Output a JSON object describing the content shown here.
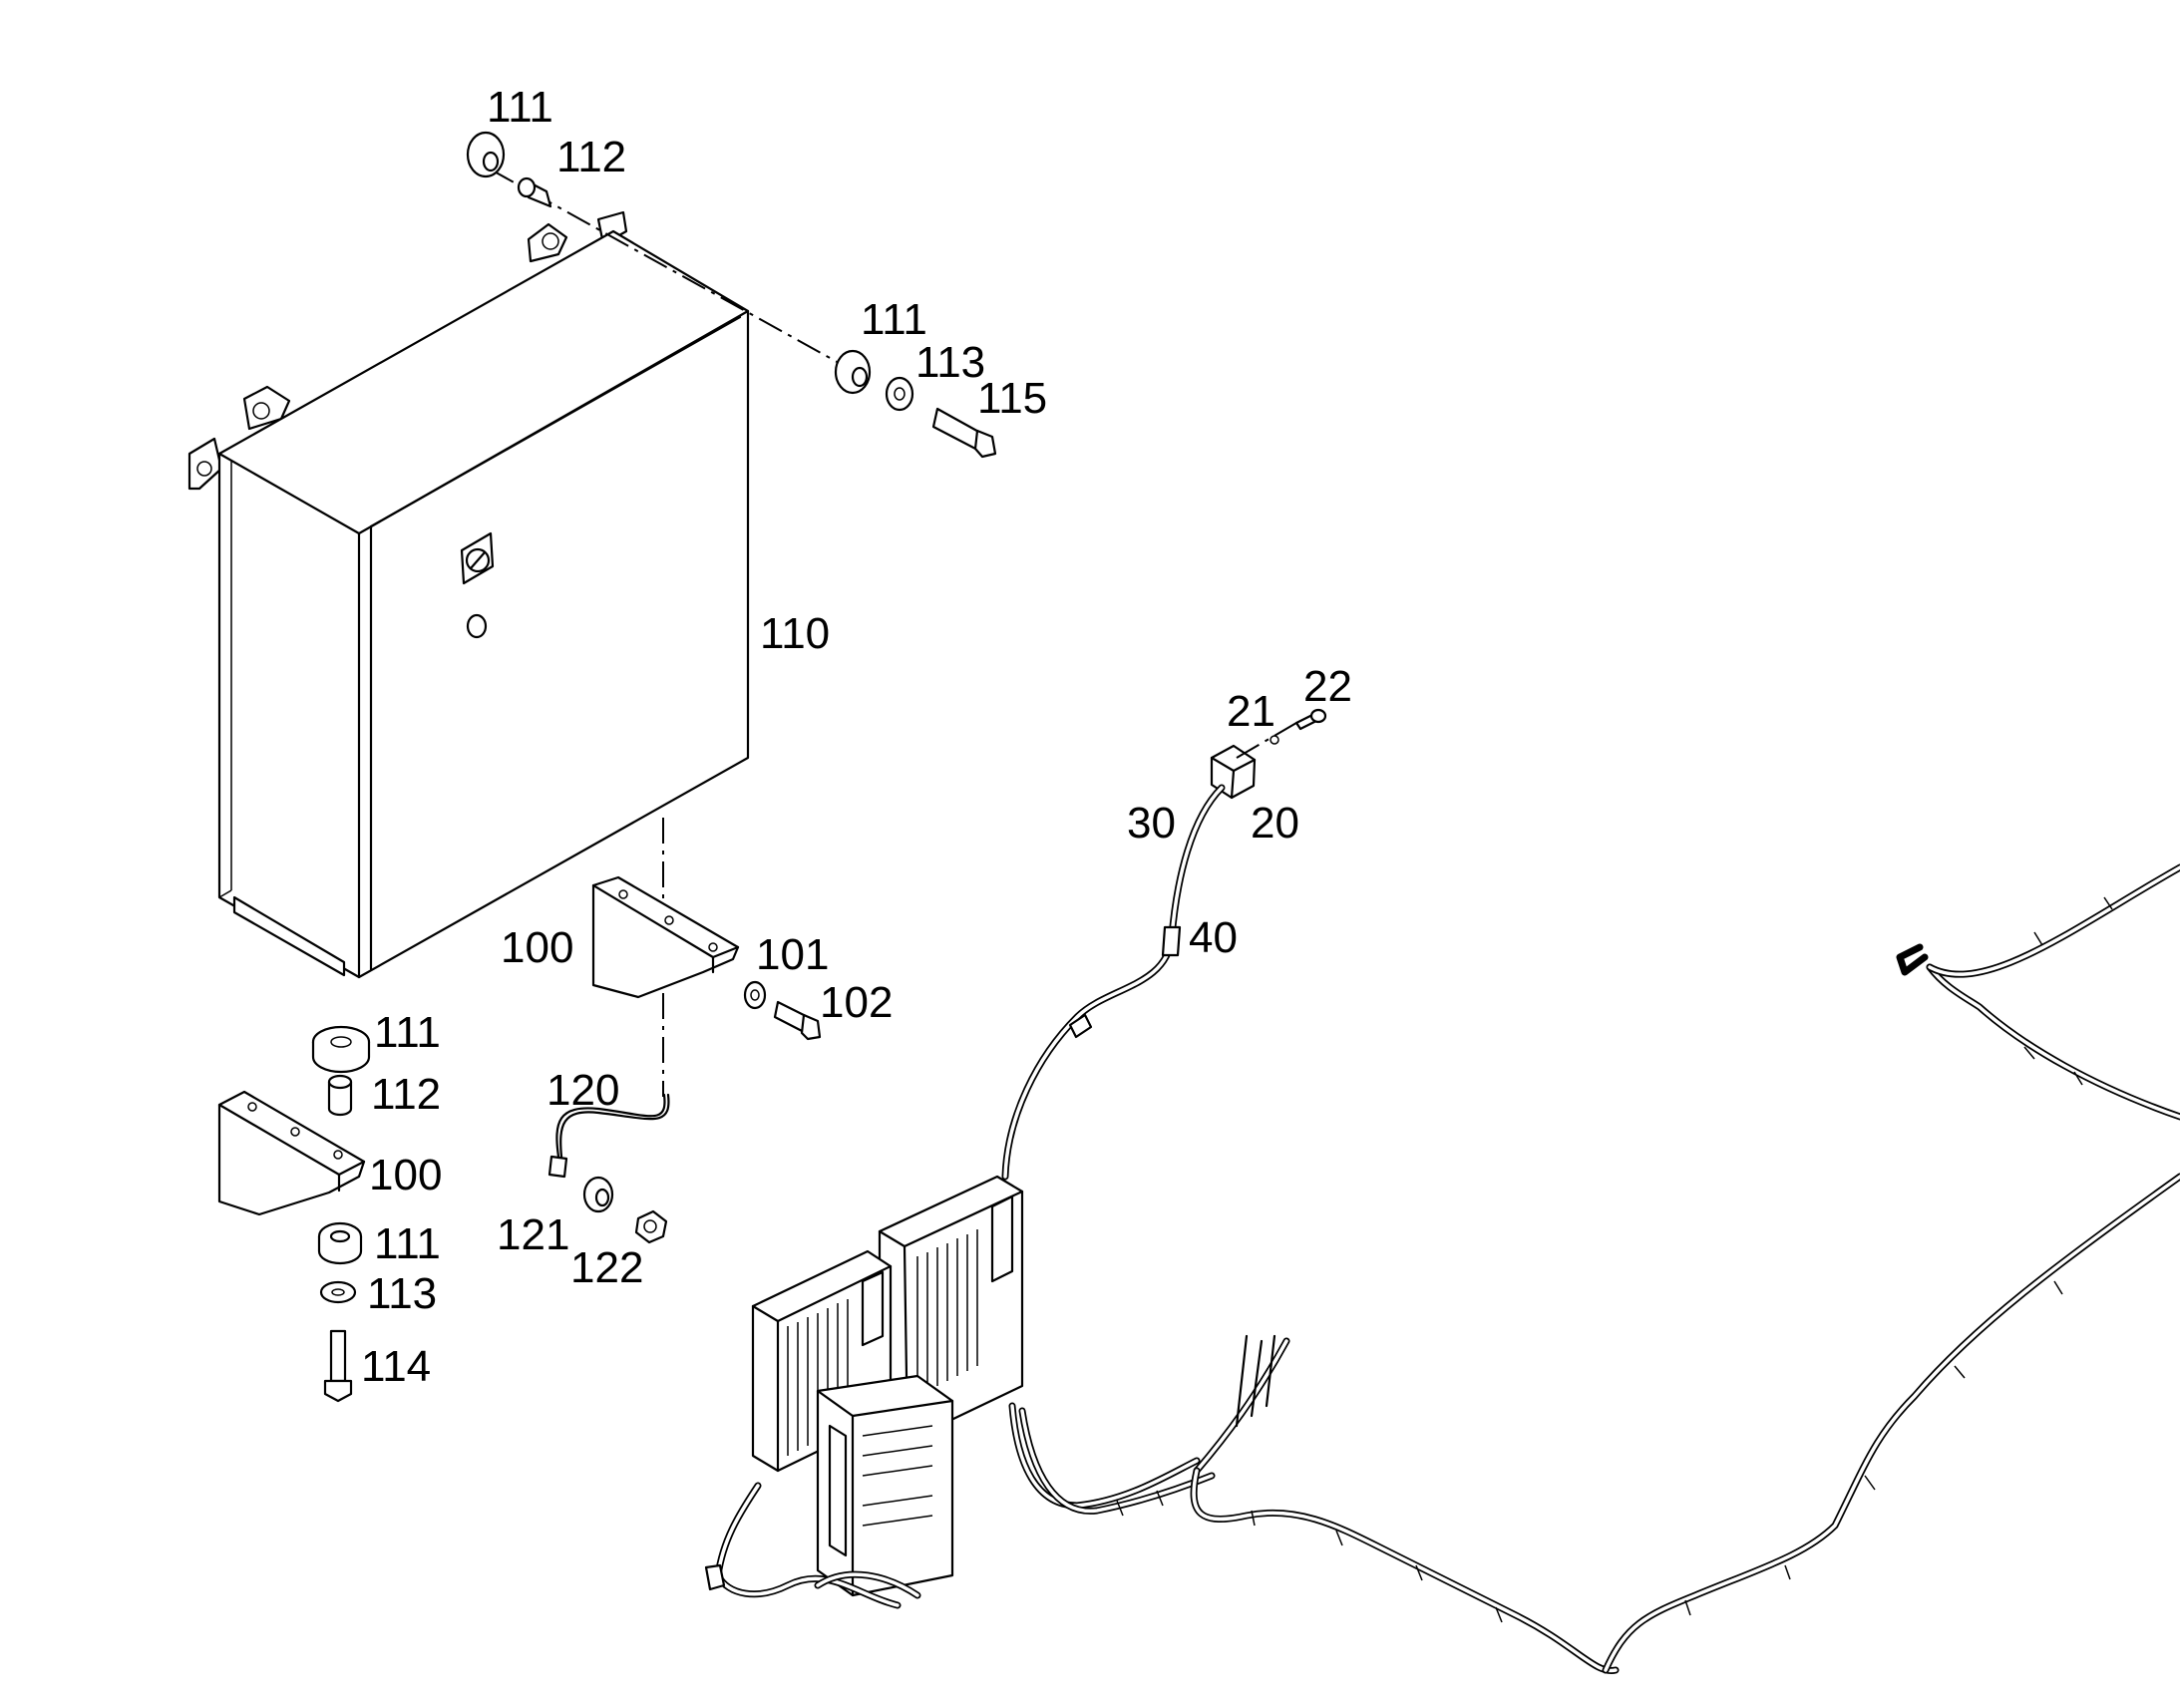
{
  "callouts": {
    "p111a": "111",
    "p112a": "112",
    "p111b": "111",
    "p113a": "113",
    "p115": "115",
    "p110": "110",
    "p21": "21",
    "p22": "22",
    "p30": "30",
    "p20": "20",
    "p40": "40",
    "p100a": "100",
    "p101": "101",
    "p102": "102",
    "p120": "120",
    "p121": "121",
    "p122": "122",
    "p111c": "111",
    "p112b": "112",
    "p100b": "100",
    "p111d": "111",
    "p113b": "113",
    "p114": "114"
  },
  "colors": {
    "line": "#000000",
    "background": "#ffffff"
  }
}
